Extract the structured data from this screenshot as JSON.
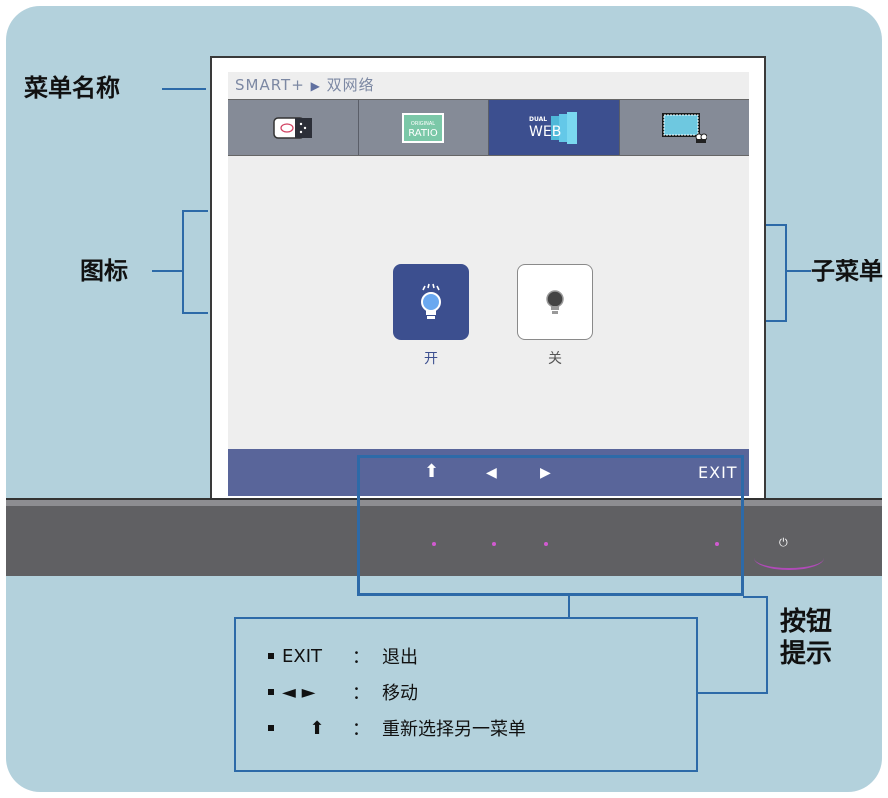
{
  "callouts": {
    "menu_name": "菜单名称",
    "icons": "图标",
    "submenu": "子菜单",
    "button_hint_line1": "按钮",
    "button_hint_line2": "提示"
  },
  "osd": {
    "breadcrumb_root": "SMART+",
    "breadcrumb_arrow": "▶",
    "breadcrumb_item": "双网络",
    "tabs": [
      {
        "icon": "smart-energy-icon",
        "active": false
      },
      {
        "icon": "original-ratio-icon",
        "label_small": "ORIGINAL",
        "label": "RATIO",
        "active": false
      },
      {
        "icon": "dual-web-icon",
        "label_small": "DUAL",
        "label": "WEB",
        "active": true
      },
      {
        "icon": "cinema-mode-icon",
        "active": false
      }
    ],
    "options": [
      {
        "label": "开",
        "selected": true
      },
      {
        "label": "关",
        "selected": false
      }
    ],
    "bar": {
      "back_symbol": "⬆",
      "left_symbol": "◀",
      "right_symbol": "▶",
      "exit_label": "EXIT"
    }
  },
  "legend": {
    "rows": [
      {
        "key": "EXIT",
        "sep": "：",
        "desc": "退出"
      },
      {
        "key": "◄ ►",
        "sep": "：",
        "desc": "移动"
      },
      {
        "key": "⬆",
        "sep": "：",
        "desc": "重新选择另一菜单"
      }
    ]
  },
  "power_symbol": "⏻",
  "colors": {
    "background": "#b3d1dc",
    "accent_blue": "#3c4f8f",
    "bar": "#59659a",
    "callout_line": "#2d6aa8",
    "led": "#d15ad1"
  }
}
